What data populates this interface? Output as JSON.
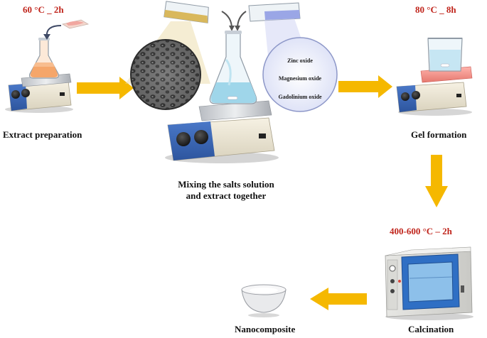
{
  "steps": {
    "extract": {
      "condition": "60 °C _ 2h",
      "label": "Extract preparation"
    },
    "mixing": {
      "label_line1": "Mixing the salts solution",
      "label_line2": "and extract together"
    },
    "gel": {
      "condition": "80 °C _ 8h",
      "label": "Gel formation"
    },
    "calcination": {
      "condition": "400-600 °C – 2h",
      "label": "Calcination"
    },
    "product": {
      "label": "Nanocomposite"
    }
  },
  "salts": [
    "Zinc oxide",
    "Magnesium oxide",
    "Gadolinium oxide"
  ],
  "colors": {
    "condition_text": "#c0251c",
    "arrow": "#f5b800",
    "extract_liquid": "#f5a66a",
    "salt_liquid": "#b9c3f2",
    "mix_liquid": "#9fd6ea",
    "hotplate_body": "#f0ead8",
    "hotplate_panel": "#3b67b8",
    "oven_door": "#2f6fc4"
  }
}
